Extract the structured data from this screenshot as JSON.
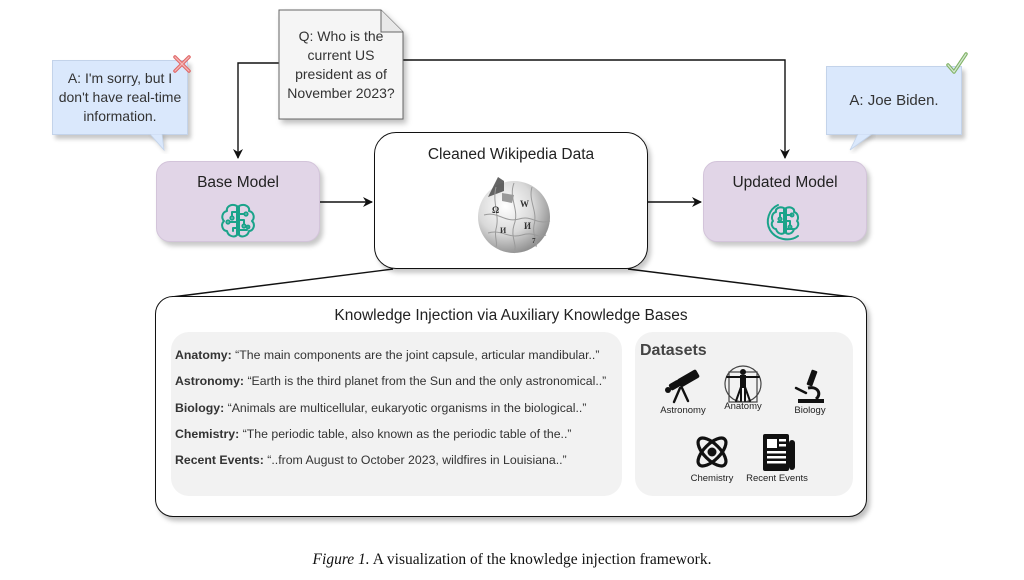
{
  "question": {
    "lines": [
      "Q: Who is the",
      "current US",
      "president as of",
      "November 2023?"
    ]
  },
  "base_answer": {
    "lines": [
      "A: I'm sorry, but I",
      "don't have real-time",
      "information."
    ],
    "status_icon": "x-mark-icon",
    "status_color": "#e06666"
  },
  "updated_answer": {
    "text": "A: Joe Biden.",
    "status_icon": "checkmark-icon",
    "status_color": "#82b366"
  },
  "base_model": {
    "title": "Base Model",
    "icon": "brain-circuit-icon"
  },
  "updated_model": {
    "title": "Updated Model",
    "icon": "brain-circuit-icon"
  },
  "wiki": {
    "title": "Cleaned Wikipedia Data",
    "icon": "wikipedia-globe-icon"
  },
  "knowledge_base": {
    "title": "Knowledge Injection via Auxiliary Knowledge Bases",
    "examples": [
      {
        "label": "Anatomy:",
        "text": "“The main components are the joint capsule, articular mandibular..”"
      },
      {
        "label": "Astronomy:",
        "text": "“Earth is the third planet from the Sun and the only astronomical..”"
      },
      {
        "label": "Biology:",
        "text": "“Animals are multicellular, eukaryotic organisms in the biological..”"
      },
      {
        "label": "Chemistry:",
        "text": "“The periodic table, also known as the periodic table of the..”"
      },
      {
        "label": "Recent Events:",
        "text": "“..from August to October 2023, wildfires in Louisiana..”"
      }
    ],
    "datasets": {
      "title": "Datasets",
      "items": [
        {
          "label": "Astronomy",
          "icon": "telescope-icon"
        },
        {
          "label": "Anatomy",
          "icon": "vitruvian-man-icon"
        },
        {
          "label": "Biology",
          "icon": "microscope-icon"
        },
        {
          "label": "Chemistry",
          "icon": "atom-icon"
        },
        {
          "label": "Recent Events",
          "icon": "newspaper-icon"
        }
      ]
    }
  },
  "colors": {
    "bubble_fill": "#dae8fc",
    "model_fill": "#e1d5e7",
    "brain_icon": "#1aa38a",
    "panel_fill": "#f2f2f2"
  },
  "caption": {
    "label": "Figure 1.",
    "text": " A visualization of the knowledge injection framework."
  }
}
